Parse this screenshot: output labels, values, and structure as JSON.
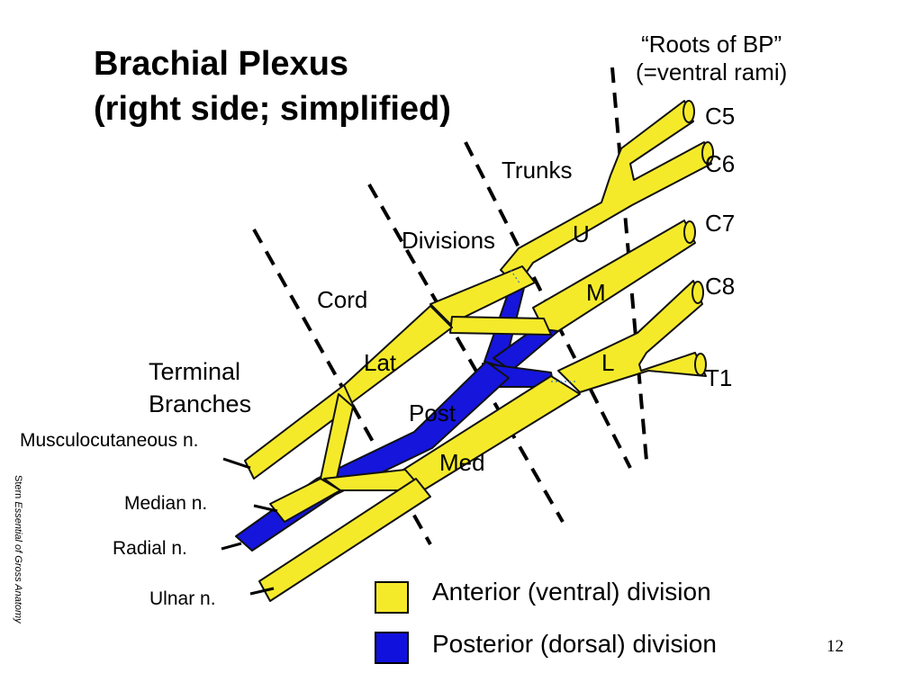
{
  "title": {
    "line1": "Brachial Plexus",
    "line2": "(right side; simplified)"
  },
  "roots_note": {
    "line1": "“Roots of BP”",
    "line2": "(=ventral rami)"
  },
  "roots": [
    "C5",
    "C6",
    "C7",
    "C8",
    "T1"
  ],
  "regions": {
    "trunks": "Trunks",
    "divisions": "Divisions",
    "cord": "Cord",
    "terminal_line1": "Terminal",
    "terminal_line2": "Branches"
  },
  "trunk_labels": {
    "upper": "U",
    "middle": "M",
    "lower": "L"
  },
  "cord_labels": {
    "lateral": "Lat",
    "posterior": "Post",
    "medial": "Med"
  },
  "terminal_nerves": {
    "musculocutaneous": "Musculocutaneous  n.",
    "median": "Median  n.",
    "radial": "Radial n.",
    "ulnar": "Ulnar  n."
  },
  "credit": {
    "prefix": "Stern ",
    "italic": "Essential of Gross Anatomy"
  },
  "legend": [
    {
      "label": "Anterior (ventral) division",
      "color": "#f5ea2a"
    },
    {
      "label": "Posterior (dorsal) division",
      "color": "#1111dd"
    }
  ],
  "page_number": "12",
  "colors": {
    "anterior": "#f5ea2a",
    "posterior": "#1515dc",
    "outline": "#222222"
  }
}
